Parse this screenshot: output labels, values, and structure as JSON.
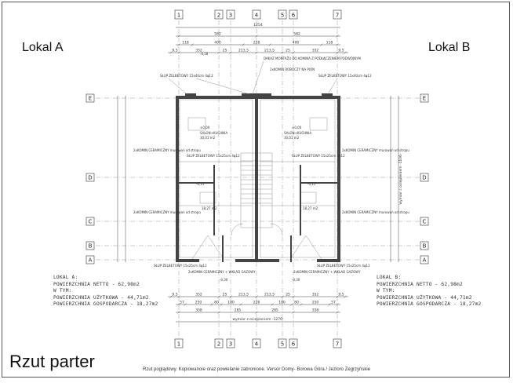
{
  "headings": {
    "lokal_a": "Lokal A",
    "lokal_b": "Lokal B",
    "plan_title": "Rzut parter"
  },
  "caption": "Rzut poglądowy. Kopiowanoie oraz powielanie zabronione. Versor Domy- Borowa Góra / Jezioro Zegrzyńskie",
  "lokal_a_info": [
    "LOKAL A:",
    "POWIERZCHNIA NETTO - 62,98m2",
    "W TYM:",
    "POWIERZCHNIA UŻYTKOWA - 44,71m2",
    "POWIERZCHNIA GOSPODARCZA - 18,27m2"
  ],
  "lokal_b_info": [
    "LOKAL B:",
    "POWIERZCHNIA NETTO - 62,98m2",
    "W TYM:",
    "POWIERZCHNIA UŻYTKOWA - 44,71m2",
    "POWIERZCHNIA GOSPODARCZA - 18,27m2"
  ],
  "grid_axes_columns": [
    "1",
    "2",
    "3",
    "4",
    "5",
    "6",
    "7"
  ],
  "grid_axes_rows": [
    "E",
    "D",
    "C",
    "B",
    "A"
  ],
  "dimensions": {
    "top_total": "1254",
    "top_halves": [
      "582",
      "582"
    ],
    "top_row3": [
      "118",
      "400",
      "228",
      "400",
      "118"
    ],
    "top_row4": [
      "9,5",
      "352",
      "25",
      "213,5",
      "213,5",
      "25",
      "352",
      "9,5"
    ],
    "bottom_row1": [
      "9,5",
      "352",
      "25",
      "213,5",
      "213,5",
      "25",
      "352",
      "9,5"
    ],
    "bottom_row2": [
      "57",
      "250",
      "80",
      "180",
      "228",
      "180",
      "80",
      "250",
      "57"
    ],
    "bottom_row3": [
      "358",
      "285",
      "285",
      "358"
    ],
    "bottom_total": "wymiar z ociepleniem -1270-",
    "side_total": "wymiar z ociepleniem -1106-"
  },
  "plan_labels": {
    "column_left": "SŁUP ŻELBETOWY 15x40cm 4φ12",
    "column_right": "SŁUP ŻELBETOWY 15x40cm 4φ12",
    "chimney_note": "DAKAZ MONTAŻU DO KOMINA Z PODŁĄCZENIEM PODWÓJNYM",
    "chimney": "2xKOMIN ROBOCZY NA PION",
    "room_a1": "SALON+KUCHNIA",
    "room_b1": "SALON+KUCHNIA",
    "room_a1_area": "30,01 m2",
    "room_b1_area": "30,01 m2",
    "room_a2_area": "18,27 m2",
    "room_b2_area": "18,27 m2",
    "wall_note_l": "2xKOMIN CERAMICZNY murowań od stropu",
    "wall_note_r": "2xKOMIN CERAMICZNY murowań od stropu",
    "post_a": "SŁUP ŻELBETOWY 15x25cm 4φ12",
    "post_b": "SŁUP ŻELBETOWY 15x25cm 4φ12",
    "bottom_note_a": "2xKOMIN CERAMICZNY + WKŁAD GAZOWY",
    "bottom_note_b": "2xKOMIN CERAMICZNY + WKŁAD GAZOWY",
    "level_0": "±0,00",
    "level_1": "-0,18",
    "level_2": "-0,15",
    "level_3": "-0,30"
  }
}
